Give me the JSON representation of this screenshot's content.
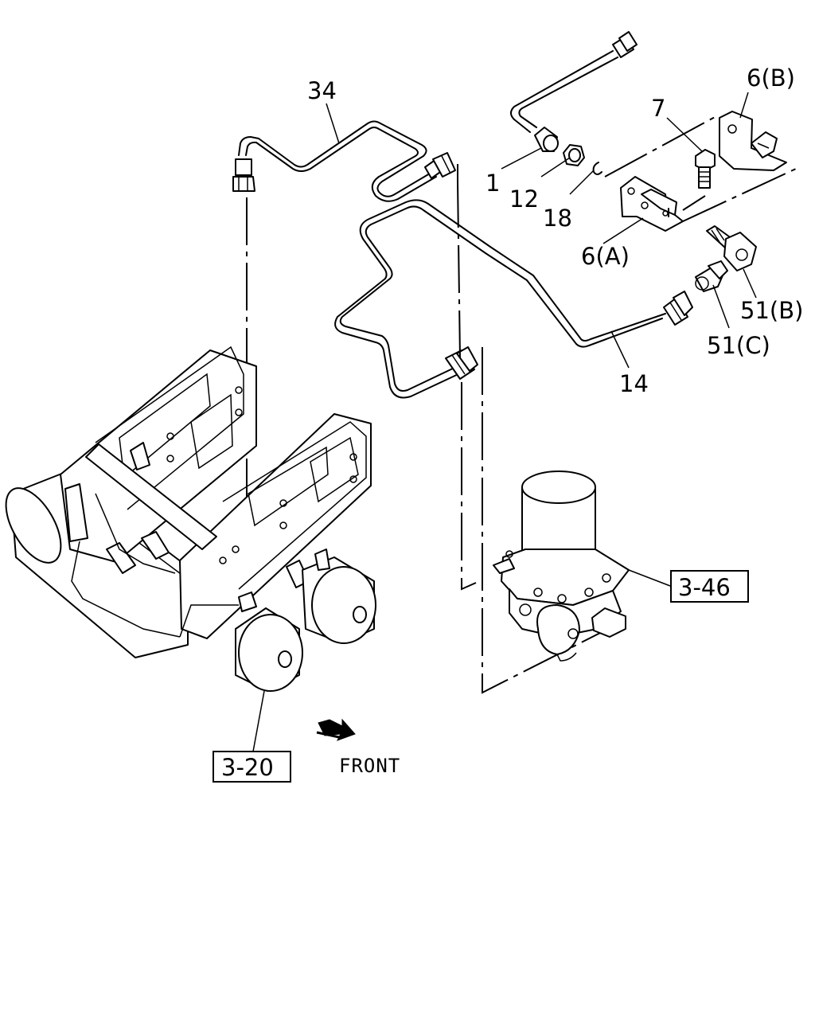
{
  "callouts": {
    "c34": "34",
    "c1": "1",
    "c12": "12",
    "c18": "18",
    "c7": "7",
    "c6b": "6(B)",
    "c6a": "6(A)",
    "c51b": "51(B)",
    "c51c": "51(C)",
    "c14": "14"
  },
  "references": {
    "r346": "3-46",
    "r320": "3-20"
  },
  "direction": {
    "front": "FRONT"
  }
}
